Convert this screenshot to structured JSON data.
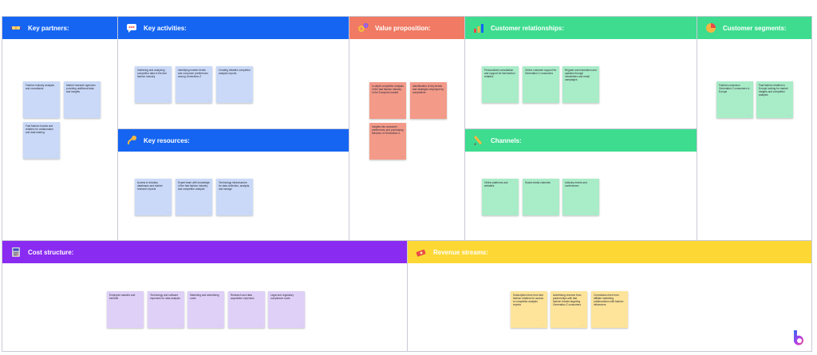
{
  "colors": {
    "blue": "#1565f2",
    "red": "#f07a63",
    "green": "#3ddc8e",
    "purple": "#8a2bf2",
    "yellow": "#fdd835"
  },
  "sections": {
    "key_partners": {
      "title": "Key partners:",
      "icon": "handshake-icon",
      "notes": [
        "Fashion industry analysts and consultants",
        "Market research agencies providing additional data and insights",
        "Fast fashion brands and retailers for collaboration and data sharing"
      ]
    },
    "key_activities": {
      "title": "Key activities:",
      "icon": "chat-icon",
      "notes": [
        "Gathering and analyzing competitor data in the fast fashion industry",
        "Identifying market trends and consumer preferences among Generation Z",
        "Creating detailed competitor analysis reports"
      ]
    },
    "key_resources": {
      "title": "Key resources:",
      "icon": "key-icon",
      "notes": [
        "Access to industry databases and market research reports",
        "Expert team with knowledge of the fast fashion industry and competitor analysis",
        "Technology infrastructure for data collection, analysis, and storage"
      ]
    },
    "value_proposition": {
      "title": "Value proposition:",
      "icon": "gears-icon",
      "notes": [
        "In-depth competitor analysis of the fast fashion industry in the European market",
        "Identification of key trends and strategies employed by competitors",
        "Insights into consumer preferences and purchasing behavior of Generation Z"
      ]
    },
    "customer_relationships": {
      "title": "Customer relationships:",
      "icon": "bar-chart-icon",
      "notes": [
        "Personalized consultation and support for fast fashion retailers",
        "Online customer support for Generation Z consumers",
        "Regular communication and updates through newsletters and email campaigns"
      ]
    },
    "channels": {
      "title": "Channels:",
      "icon": "pencil-icon",
      "notes": [
        "Online platforms and websites",
        "Social media channels",
        "Industry events and conferences"
      ]
    },
    "customer_segments": {
      "title": "Customer segments:",
      "icon": "pie-chart-icon",
      "notes": [
        "Fashion-conscious Generation Z consumers in Europe",
        "Fast fashion retailers in Europe looking for market insights and competitor analysis"
      ]
    },
    "cost_structure": {
      "title": "Cost structure:",
      "icon": "calculator-icon",
      "notes": [
        "Employee salaries and benefits",
        "Technology and software expenses for data analysis",
        "Marketing and advertising costs",
        "Research and data acquisition expenses",
        "Legal and regulatory compliance costs"
      ]
    },
    "revenue_streams": {
      "title": "Revenue streams:",
      "icon": "money-icon",
      "notes": [
        "Subscription fees from fast fashion retailers for access to competitor analysis reports",
        "Advertising revenue from partnerships with fast fashion brands targeting Generation Z consumers",
        "Commission fees from affiliate marketing collaborations with fashion influencers"
      ]
    }
  },
  "note_more": "···",
  "brand_icon": "logo-icon"
}
